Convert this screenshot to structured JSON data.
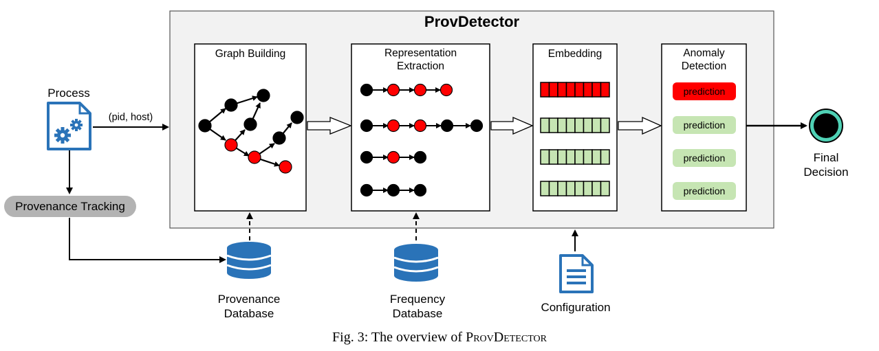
{
  "title": "ProvDetector",
  "stages": [
    {
      "label": "Graph Building"
    },
    {
      "label": "Representation\nExtraction"
    },
    {
      "label": "Embedding"
    },
    {
      "label": "Anomaly\nDetection"
    }
  ],
  "process_label": "Process",
  "edge_label": "(pid, host)",
  "provenance_tracking": "Provenance Tracking",
  "databases": [
    {
      "label": "Provenance\nDatabase"
    },
    {
      "label": "Frequency\nDatabase"
    }
  ],
  "configuration": "Configuration",
  "predictions": [
    {
      "text": "prediction",
      "color": "#ff0000"
    },
    {
      "text": "prediction",
      "color": "#c6e5b3"
    },
    {
      "text": "prediction",
      "color": "#c6e5b3"
    },
    {
      "text": "prediction",
      "color": "#c6e5b3"
    }
  ],
  "final_decision": "Final\nDecision",
  "caption_prefix": "Fig. 3: The overview of ",
  "caption_name": "ProvDetector",
  "colors": {
    "anomalous": "#ff0000",
    "normal": "#000000",
    "embedding_normal": "#c6e5b3",
    "icon_blue": "#2a73b8",
    "panel_bg": "#f2f2f2",
    "final_ring": "#4fd1b5"
  }
}
